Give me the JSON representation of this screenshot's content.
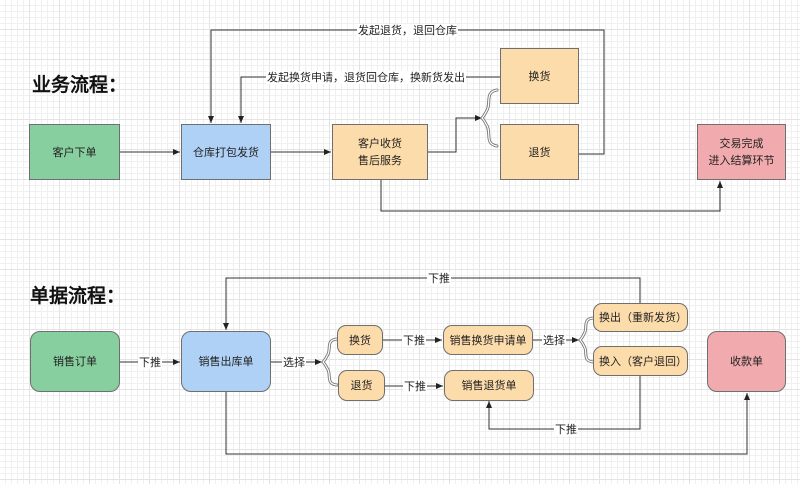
{
  "sections": {
    "business": {
      "title": "业务流程："
    },
    "document": {
      "title": "单据流程："
    }
  },
  "business_nodes": {
    "customer_order": "客户下单",
    "warehouse_ship": "仓库打包发货",
    "customer_receive": "客户收货\n售后服务",
    "exchange": "换货",
    "return": "退货",
    "complete": "交易完成\n进入结算环节"
  },
  "business_edges": {
    "return_label": "发起退货，退回仓库",
    "exchange_label": "发起换货申请，退货回仓库，换新货发出"
  },
  "document_nodes": {
    "sales_order": "销售订单",
    "sales_outbound": "销售出库单",
    "exchange": "换货",
    "return": "退货",
    "exchange_request": "销售换货申请单",
    "return_order": "销售退货单",
    "exchange_out": "换出（重新发货）",
    "exchange_in": "换入（客户退回）",
    "receipt": "收款单"
  },
  "document_edges": {
    "push_down": "下推",
    "select": "选择"
  },
  "colors": {
    "green": "#88cfa0",
    "blue": "#aed1f5",
    "orange": "#fddcab",
    "pink": "#f1abae",
    "line": "#333333"
  }
}
